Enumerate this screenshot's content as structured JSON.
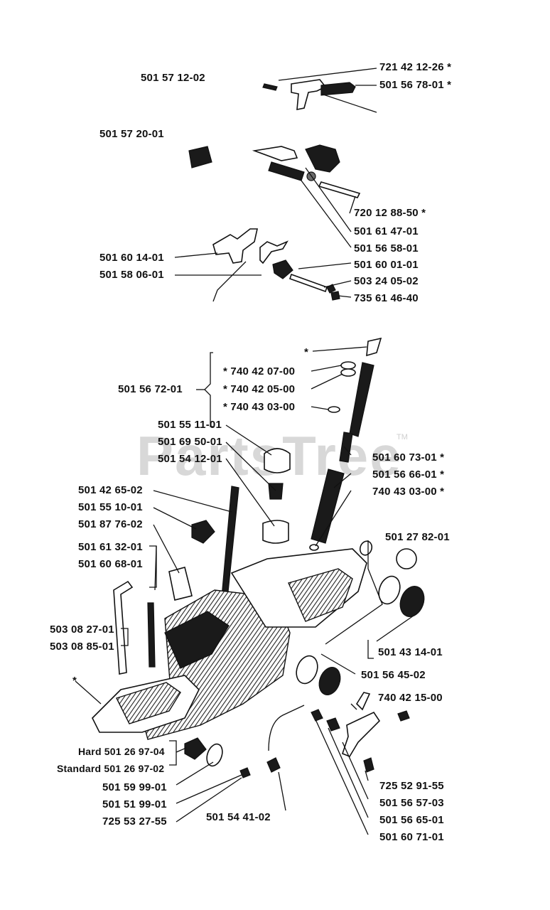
{
  "watermark": {
    "text": "PartsTree",
    "trademark": "TM"
  },
  "labels": [
    "501 57 12-02",
    "721 42 12-26  *",
    "501 56 78-01  *",
    "501 57 20-01",
    "720 12 88-50  *",
    "501 61 47-01",
    "501 56 58-01",
    "501 60 14-01",
    "501 58 06-01",
    "501 60 01-01",
    "503 24 05-02",
    "735 61 46-40",
    "*",
    "501 56 72-01",
    "*  740 42 07-00",
    "*  740 42 05-00",
    "*  740 43 03-00",
    "501 55 11-01",
    "501 69 50-01",
    "501 54 12-01",
    "501 60 73-01  *",
    "501 56 66-01  *",
    "740 43 03-00  *",
    "501 42 65-02",
    "501 55 10-01",
    "501 87 76-02",
    "501 27 82-01",
    "501 61 32-01",
    "501 60 68-01",
    "503 08 27-01",
    "503 08 85-01",
    "501 43 14-01",
    "501 56 45-02",
    "*",
    "740 42 15-00",
    "Hard 501 26 97-04",
    "Standard 501 26 97-02",
    "501 59 99-01",
    "501 51 99-01",
    "725 53 27-55",
    "501 54 41-02",
    "725 52 91-55",
    "501 56 57-03",
    "501 56 65-01",
    "501 60 71-01"
  ]
}
